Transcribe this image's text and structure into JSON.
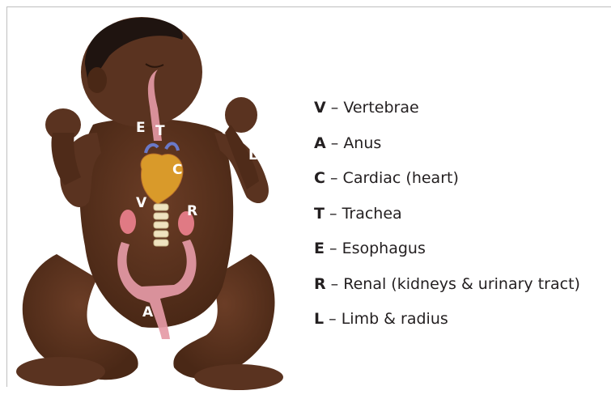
{
  "figure": {
    "labels": {
      "esophagus": "E",
      "trachea": "T",
      "cardiac": "C",
      "vertebrae": "V",
      "renal": "R",
      "anus": "A",
      "limb": "L"
    }
  },
  "legend": {
    "items": [
      {
        "letter": "V",
        "separator": " – ",
        "text": "Vertebrae"
      },
      {
        "letter": "A",
        "separator": " – ",
        "text": "Anus"
      },
      {
        "letter": "C",
        "separator": " – ",
        "text": "Cardiac (heart)"
      },
      {
        "letter": "T",
        "separator": " – ",
        "text": "Trachea"
      },
      {
        "letter": "E",
        "separator": " – ",
        "text": "Esophagus"
      },
      {
        "letter": "R",
        "separator": " – ",
        "text": "Renal (kidneys & urinary tract)"
      },
      {
        "letter": "L",
        "separator": " – ",
        "text": "Limb & radius"
      }
    ]
  },
  "colors": {
    "skin": "#5a3320",
    "skin_shadow": "#3f2214",
    "hair": "#1f1410",
    "organ_pink": "#e59aa6",
    "heart": "#d99a2a",
    "spine": "#efe3c0",
    "frame": "#bfbfbf",
    "text": "#231f20"
  }
}
